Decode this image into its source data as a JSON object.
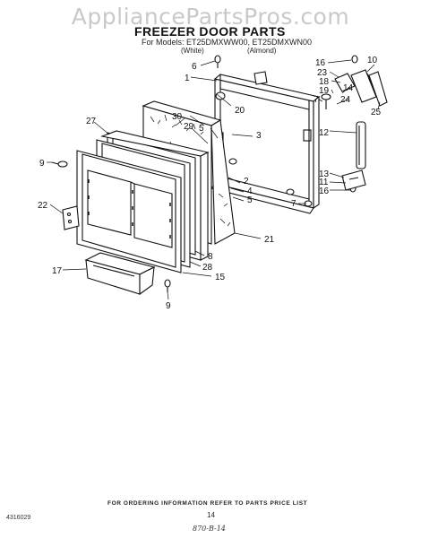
{
  "watermark": "AppliancePartsPros.com",
  "title": "FREEZER DOOR PARTS",
  "models": "For Models: ET25DMXWW00, ET25DMXWN00",
  "color_white": "(White)",
  "color_almond": "(Almond)",
  "part_labels": {
    "l1": "1",
    "l3": "3",
    "l5a": "5",
    "l6": "6",
    "l7a": "7",
    "l7b": "7",
    "l2": "2",
    "l4": "4",
    "l5b": "5",
    "l8": "8",
    "l9a": "9",
    "l9b": "9",
    "l10": "10",
    "l11": "11",
    "l12": "12",
    "l13": "13",
    "l14": "14",
    "l15": "15",
    "l16a": "16",
    "l16b": "16",
    "l17": "17",
    "l18": "18",
    "l19": "19",
    "l20": "20",
    "l21": "21",
    "l22": "22",
    "l23": "23",
    "l24": "24",
    "l25": "25",
    "l27": "27",
    "l28": "28",
    "l29": "29",
    "l30": "30"
  },
  "footer": {
    "doc_number": "4316029",
    "ordering_note": "FOR ORDERING INFORMATION REFER TO PARTS PRICE LIST",
    "page": "14",
    "handwritten": "870-B-14"
  }
}
